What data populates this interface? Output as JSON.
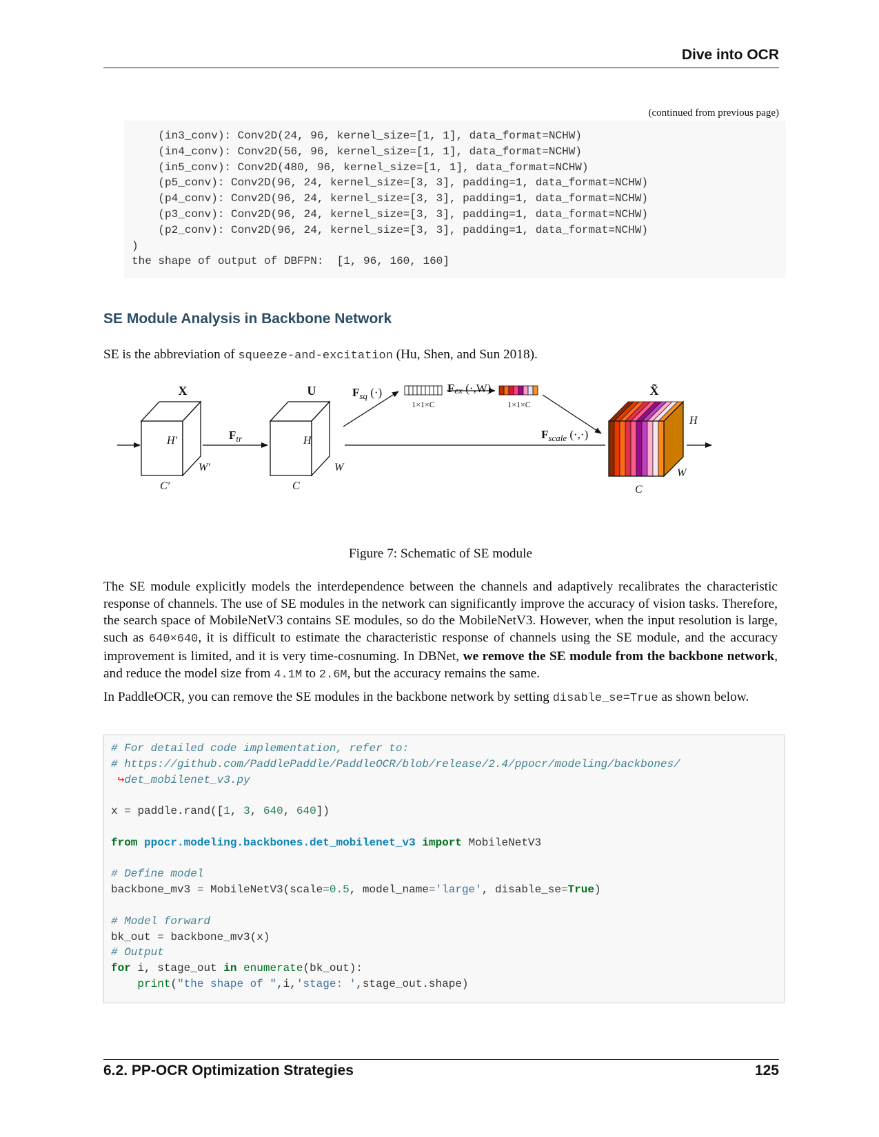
{
  "header": {
    "running_title": "Dive into OCR",
    "continued_note": "(continued from previous page)"
  },
  "code_top": {
    "lines": [
      "    (in3_conv): Conv2D(24, 96, kernel_size=[1, 1], data_format=NCHW)",
      "    (in4_conv): Conv2D(56, 96, kernel_size=[1, 1], data_format=NCHW)",
      "    (in5_conv): Conv2D(480, 96, kernel_size=[1, 1], data_format=NCHW)",
      "    (p5_conv): Conv2D(96, 24, kernel_size=[3, 3], padding=1, data_format=NCHW)",
      "    (p4_conv): Conv2D(96, 24, kernel_size=[3, 3], padding=1, data_format=NCHW)",
      "    (p3_conv): Conv2D(96, 24, kernel_size=[3, 3], padding=1, data_format=NCHW)",
      "    (p2_conv): Conv2D(96, 24, kernel_size=[3, 3], padding=1, data_format=NCHW)",
      ")",
      "the shape of output of DBFPN:  [1, 96, 160, 160]"
    ]
  },
  "section": {
    "heading": "SE Module Analysis in Backbone Network",
    "intro_before": "SE is the abbreviation of ",
    "intro_code": "squeeze-and-excitation",
    "intro_after": " (Hu, Shen, and Sun 2018)."
  },
  "figure": {
    "caption": "Figure 7: Schematic of SE module",
    "labels": {
      "x": "X",
      "u": "U",
      "x_tilde": "X̃",
      "h_prime": "H′",
      "w_prime": "W′",
      "c_prime": "C′",
      "h": "H",
      "w": "W",
      "c": "C",
      "h2": "H",
      "w2": "W",
      "c2": "C",
      "f_tr_main": "F",
      "f_tr_sub": "tr",
      "f_sq_main": "F",
      "f_sq_sub": "sq",
      "f_sq_args": " (·)",
      "f_ex_main": "F",
      "f_ex_sub": "ex",
      "f_ex_args": " (·,W)",
      "f_scale_main": "F",
      "f_scale_sub": "scale",
      "f_scale_args": " (·,·)",
      "dim1": "1×1×C",
      "dim2": "1×1×C"
    },
    "excite_colors": [
      "#c03000",
      "#ff6a1a",
      "#d81b3c",
      "#ff4080",
      "#9b0a8a",
      "#ff9cc0",
      "#e8e0ff",
      "#ff9020"
    ],
    "stripe_colors": [
      "#8b2a00",
      "#e63a00",
      "#ff6a1a",
      "#e0304a",
      "#ff5a8c",
      "#9b0a8a",
      "#c040c0",
      "#ffb0cc",
      "#f6e4f0",
      "#ff8c1a"
    ],
    "volume_color": "#cc7a00"
  },
  "body": {
    "p1_a": "The SE module explicitly models the interdependence between the channels and adaptively recalibrates the characteristic response of channels. The use of SE modules in the network can significantly improve the accuracy of vision tasks. Therefore, the search space of MobileNetV3 contains SE modules, so do the MobileNetV3. However, when the input resolution is large, such as ",
    "p1_code1": "640×640",
    "p1_b": ", it is difficult to estimate the characteristic response of channels using the SE module, and the accuracy improvement is limited, and it is very time-cosnuming. In DBNet, ",
    "p1_bold": "we remove the SE module from the backbone network",
    "p1_c": ", and reduce the model size from ",
    "p1_code2": "4.1M",
    "p1_d": " to ",
    "p1_code3": "2.6M",
    "p1_e": ", but the accuracy remains the same.",
    "p2_a": "In PaddleOCR, you can remove the SE modules in the backbone network by setting ",
    "p2_code": "disable_se=True",
    "p2_b": " as shown below."
  },
  "code_bottom": {
    "comment1": "# For detailed code implementation, refer to:",
    "comment2": "# https://github.com/PaddlePaddle/PaddleOCR/blob/release/2.4/ppocr/modeling/backbones/",
    "cont_glyph": "↪",
    "comment2_cont": "det_mobilenet_v3.py",
    "x_var": "x",
    "x_eq": "=",
    "x_call": "paddle.rand([",
    "x_n1": "1",
    "x_n2": "3",
    "x_n3": "640",
    "x_n4": "640",
    "x_close": "])",
    "from_kw": "from",
    "module": "ppocr.modeling.backbones.det_mobilenet_v3",
    "import_kw": "import",
    "import_name": "MobileNetV3",
    "comment3": "# Define model",
    "bb_var": "backbone_mv3",
    "bb_eq": "=",
    "bb_call": "MobileNetV3(scale",
    "bb_eq2": "=",
    "bb_scale": "0.5",
    "bb_mn": "model_name",
    "bb_eq3": "=",
    "bb_large": "'large'",
    "bb_ds": "disable_se",
    "bb_eq4": "=",
    "bb_true": "True",
    "bb_close": ")",
    "comment4": "# Model forward",
    "out_var": "bk_out",
    "out_eq": "=",
    "out_call": "backbone_mv3(x)",
    "comment5": "# Output",
    "for_kw": "for",
    "for_vars": "i, stage_out",
    "in_kw": "in",
    "enum_fn": "enumerate",
    "enum_args": "(bk_out):",
    "print_fn": "print",
    "print_open": "(",
    "print_s1": "\"the shape of \"",
    "print_mid": ",i,",
    "print_s2": "'stage: '",
    "print_end": ",stage_out.shape)"
  },
  "footer": {
    "section": "6.2.  PP-OCR Optimization Strategies",
    "page": "125"
  }
}
